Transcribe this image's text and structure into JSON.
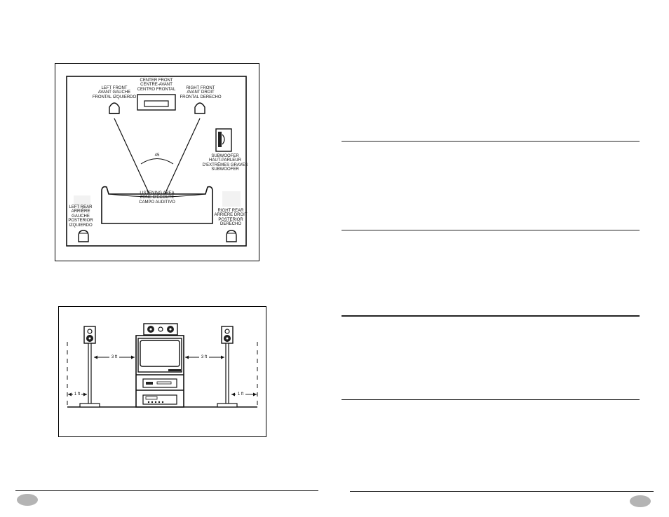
{
  "room_diagram": {
    "labels": {
      "center_front": "CENTER FRONT\nCENTRE-AVANT\nCENTRO FRONTAL",
      "left_front": "LEFT FRONT\nAVANT GAUCHE\nFRONTAL IZQUIERDO",
      "right_front": "RIGHT FRONT\nAVANT DROIT\nFRONTAL DERECHO",
      "subwoofer": "SUBWOOFER\nHAUT-PARLEUR\nD'EXTRÊMES GRAVES\nSUBWOOFER",
      "angle": "45",
      "listening_area": "LISTENING AREA\nZONE D'ÉCOUTE\nCAMPO AUDITIVO",
      "left_rear": "LEFT REAR\nARRIÈRE\nGAUCHE\nPOSTERIOR\nIZQUIERDO",
      "right_rear": "RIGHT REAR\nARRIÈRE DROIT\nPOSTERIOR\nDERECHO"
    }
  },
  "front_view_diagram": {
    "distance_label_tv": "3 ft",
    "distance_label_wall": "1 ft"
  },
  "colors": {
    "page_badge": "#b4b4b4",
    "line": "#111111"
  }
}
